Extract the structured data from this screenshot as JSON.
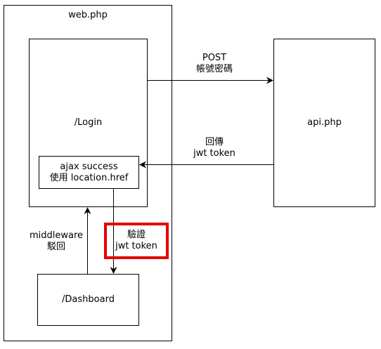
{
  "colors": {
    "stroke": "#000000",
    "background": "#ffffff",
    "highlight": "#e60000"
  },
  "diagram": {
    "web_container": {
      "label": "web.php"
    },
    "login_box": {
      "label": "/Login"
    },
    "ajax_box": {
      "line1": "ajax success",
      "line2": "使用 location.href"
    },
    "dashboard_box": {
      "label": "/Dashboard"
    },
    "api_box": {
      "label": "api.php"
    },
    "post_arrow": {
      "line1": "POST",
      "line2": "帳號密碼"
    },
    "reply_arrow": {
      "line1": "回傳",
      "line2": "jwt token"
    },
    "verify_label": {
      "line1": "驗證",
      "line2": "jwt token"
    },
    "middleware_label": {
      "line1": "middleware",
      "line2": "駁回"
    }
  }
}
